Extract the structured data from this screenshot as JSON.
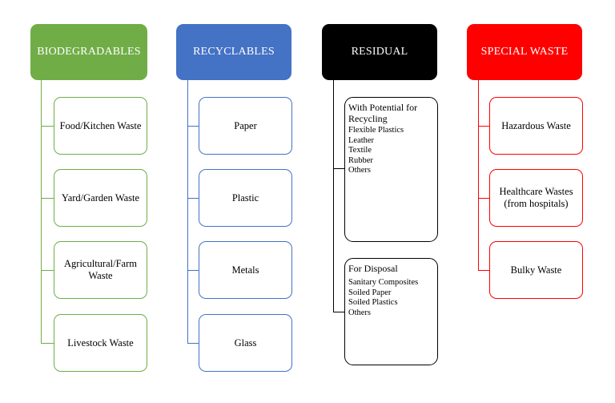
{
  "colors": {
    "biodegradables": "#70ad47",
    "recyclables": "#4472c4",
    "residual": "#000000",
    "special": "#ff0000"
  },
  "biodegradables": {
    "title": "BIODEGRADABLES",
    "items": [
      "Food/Kitchen Waste",
      "Yard/Garden Waste",
      "Agricultural/Farm Waste",
      "Livestock Waste"
    ]
  },
  "recyclables": {
    "title": "RECYCLABLES",
    "items": [
      "Paper",
      "Plastic",
      "Metals",
      "Glass"
    ]
  },
  "residual": {
    "title": "RESIDUAL",
    "groups": [
      {
        "title": "With Potential for Recycling",
        "items": [
          "Flexible Plastics",
          "Leather",
          "Textile",
          "Rubber",
          "Others"
        ]
      },
      {
        "title": "For Disposal",
        "items": [
          "Sanitary Composites",
          "Soiled Paper",
          "Soiled Plastics",
          "Others"
        ]
      }
    ]
  },
  "special": {
    "title": "SPECIAL WASTE",
    "items": [
      "Hazardous Waste",
      "Healthcare Wastes (from hospitals)",
      "Bulky Waste"
    ]
  }
}
